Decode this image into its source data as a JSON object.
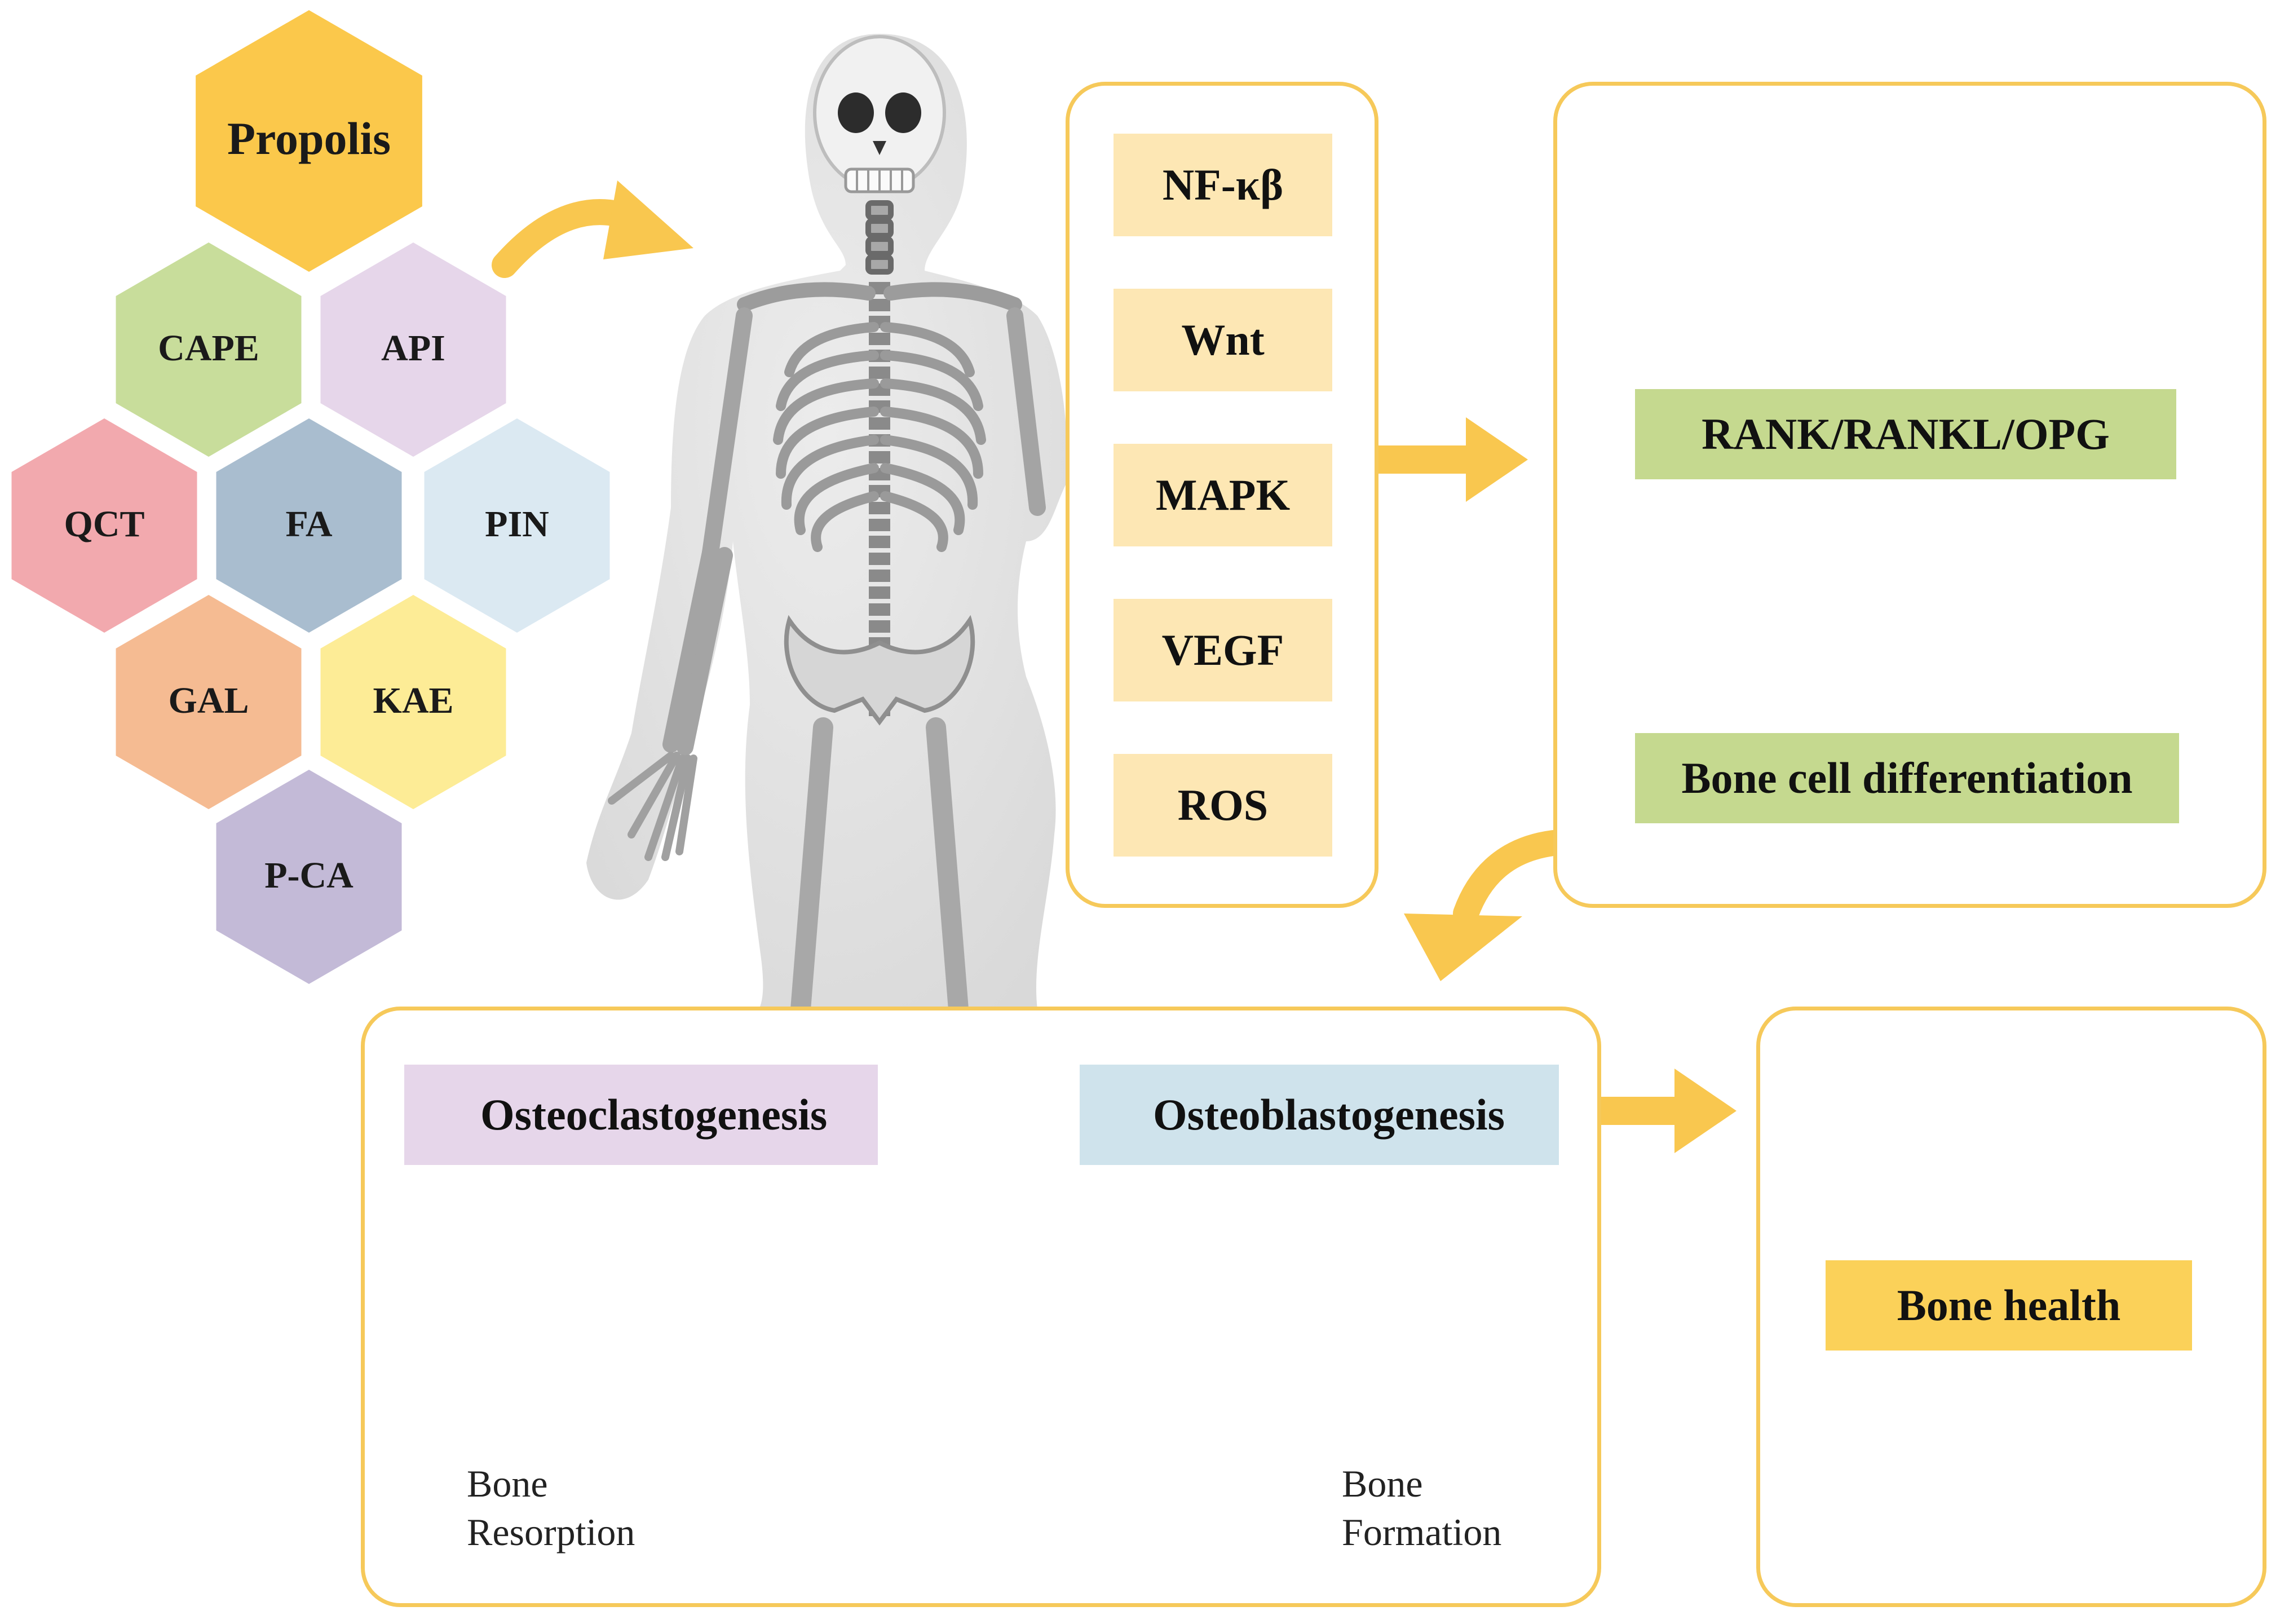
{
  "hexagons": [
    {
      "id": "propolis",
      "label": "Propolis",
      "color": "#fbc84b"
    },
    {
      "id": "cape",
      "label": "CAPE",
      "color": "#c8dd9b"
    },
    {
      "id": "api",
      "label": "API",
      "color": "#e6d6ea"
    },
    {
      "id": "qct",
      "label": "QCT",
      "color": "#f2a9ae"
    },
    {
      "id": "fa",
      "label": "FA",
      "color": "#a9bdcf"
    },
    {
      "id": "pin",
      "label": "PIN",
      "color": "#dbe9f2"
    },
    {
      "id": "gal",
      "label": "GAL",
      "color": "#f5bb92"
    },
    {
      "id": "kae",
      "label": "KAE",
      "color": "#fdec96"
    },
    {
      "id": "pca",
      "label": "P-CA",
      "color": "#c3bad7"
    }
  ],
  "pathways": [
    "NF-κβ",
    "Wnt",
    "MAPK",
    "VEGF",
    "ROS"
  ],
  "mechanism": {
    "rank_label": "RANK/RANKL/OPG",
    "differentiation_label": "Bone cell differentiation"
  },
  "balance": {
    "osteoclastogenesis": "Osteoclastogenesis",
    "osteoblastogenesis": "Osteoblastogenesis",
    "resorption": {
      "line1": "Bone",
      "line2": "Resorption"
    },
    "formation": {
      "line1": "Bone",
      "line2": "Formation"
    }
  },
  "outcome": {
    "label": "Bone health"
  },
  "colors": {
    "accent_yellow": "#f9c74f",
    "box_border": "#f6c95a",
    "down_arrow": "#1ba1e2",
    "up_arrow": "#d0021b"
  }
}
